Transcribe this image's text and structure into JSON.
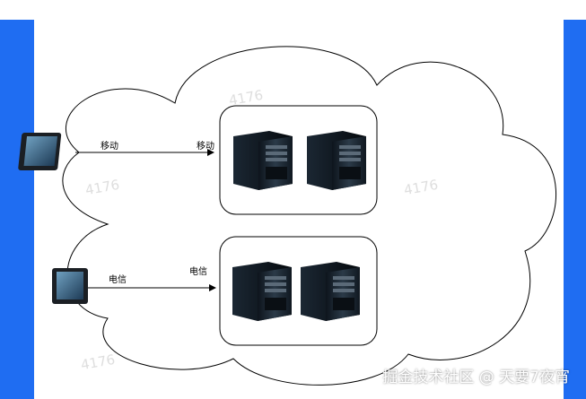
{
  "diagram": {
    "top_link": {
      "left_label": "移动",
      "right_label": "移动"
    },
    "bottom_link": {
      "left_label": "电信",
      "right_label": "电信"
    },
    "watermark": "掘金技术社区 @ 天要7夜宵",
    "faint_marks": [
      "4176",
      "4176",
      "4176",
      "4176"
    ]
  },
  "colors": {
    "frame_blue": "#1f6df2",
    "line": "#000000",
    "background": "#ffffff"
  }
}
